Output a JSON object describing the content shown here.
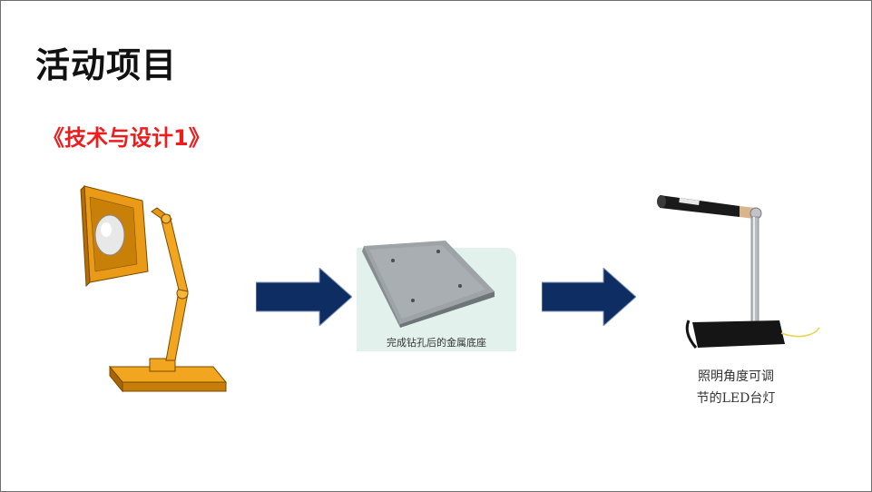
{
  "slide": {
    "title": "活动项目",
    "subtitle": "《技术与设计1》"
  },
  "figures": {
    "plate_caption": "完成钻孔后的金属底座",
    "led_caption_line1": "照明角度可调",
    "led_caption_line2": "节的LED台灯"
  },
  "colors": {
    "title": "#111111",
    "subtitle": "#ee1c1c",
    "arrow": "#0e2e63",
    "lamp_orange": "#f2a51e",
    "plate_panel": "#e3f1ec",
    "plate_gray": "#9ea3a8"
  }
}
